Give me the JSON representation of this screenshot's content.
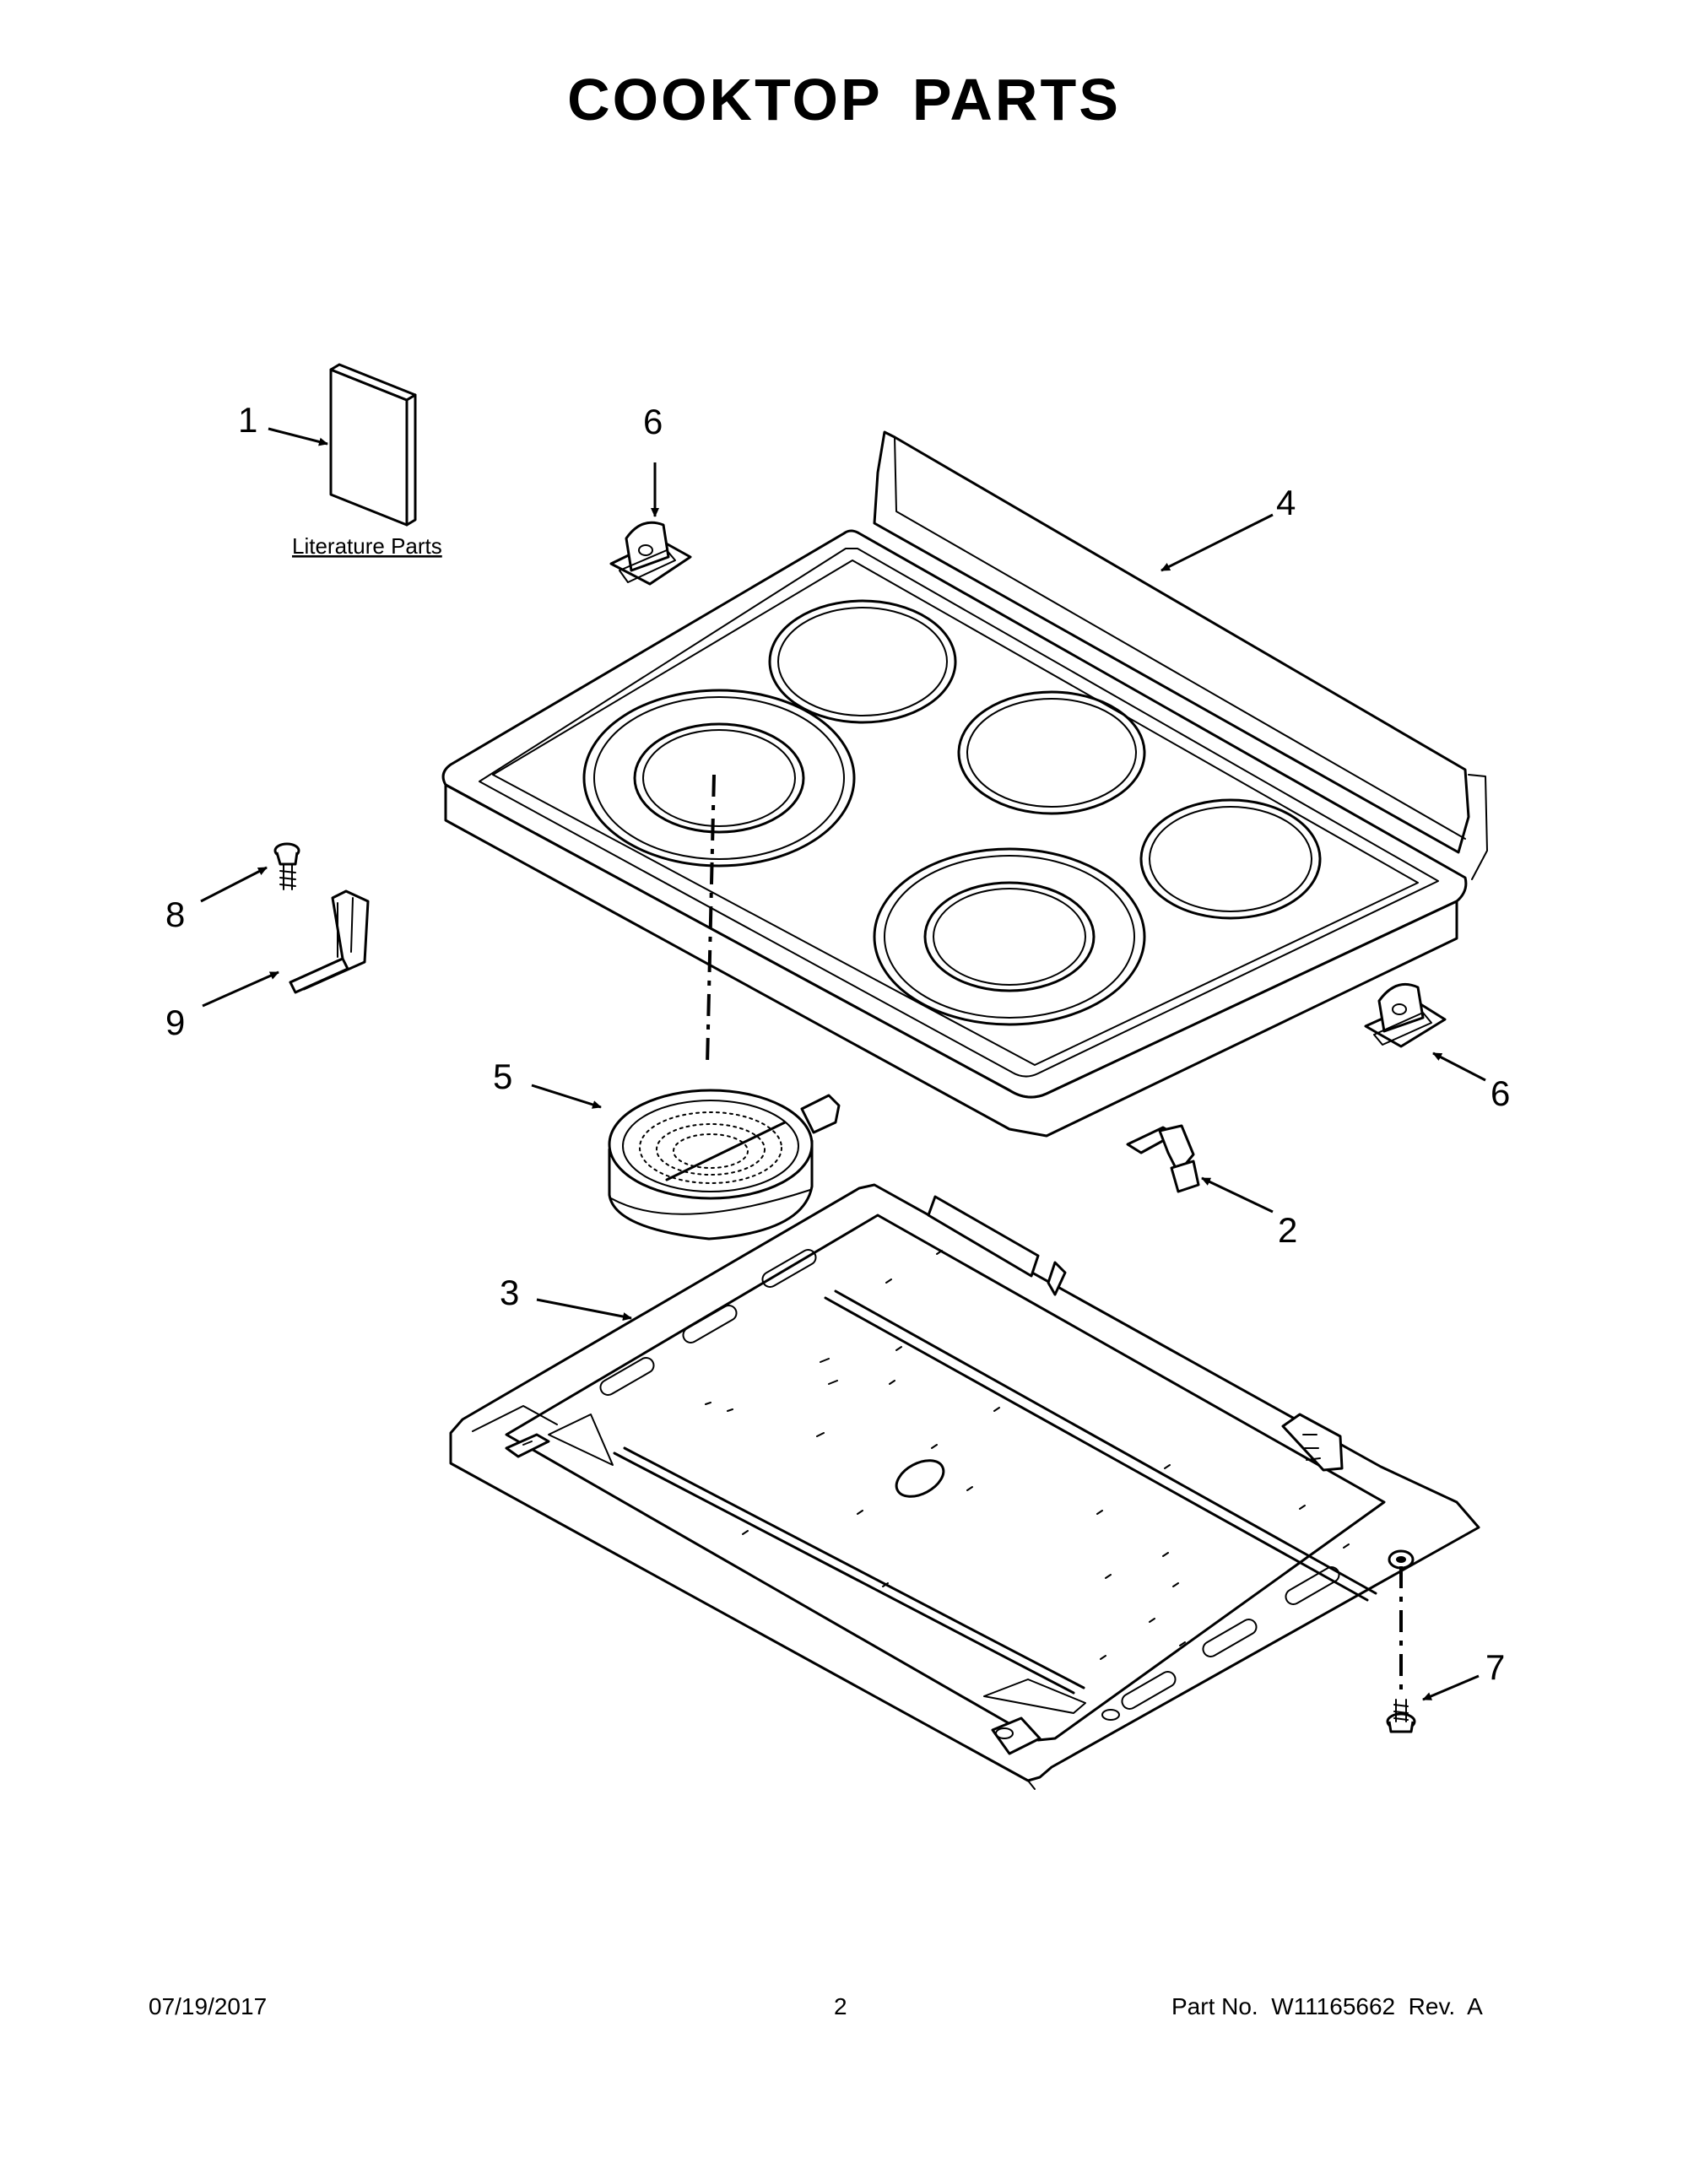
{
  "title": "COOKTOP PARTS",
  "literature_label": "Literature Parts",
  "callouts": {
    "c1": "1",
    "c2": "2",
    "c3": "3",
    "c4": "4",
    "c5": "5",
    "c6a": "6",
    "c6b": "6",
    "c7": "7",
    "c8": "8",
    "c9": "9"
  },
  "footer": {
    "date": "07/19/2017",
    "page": "2",
    "part_no": "Part No.  W11165662  Rev.  A"
  }
}
